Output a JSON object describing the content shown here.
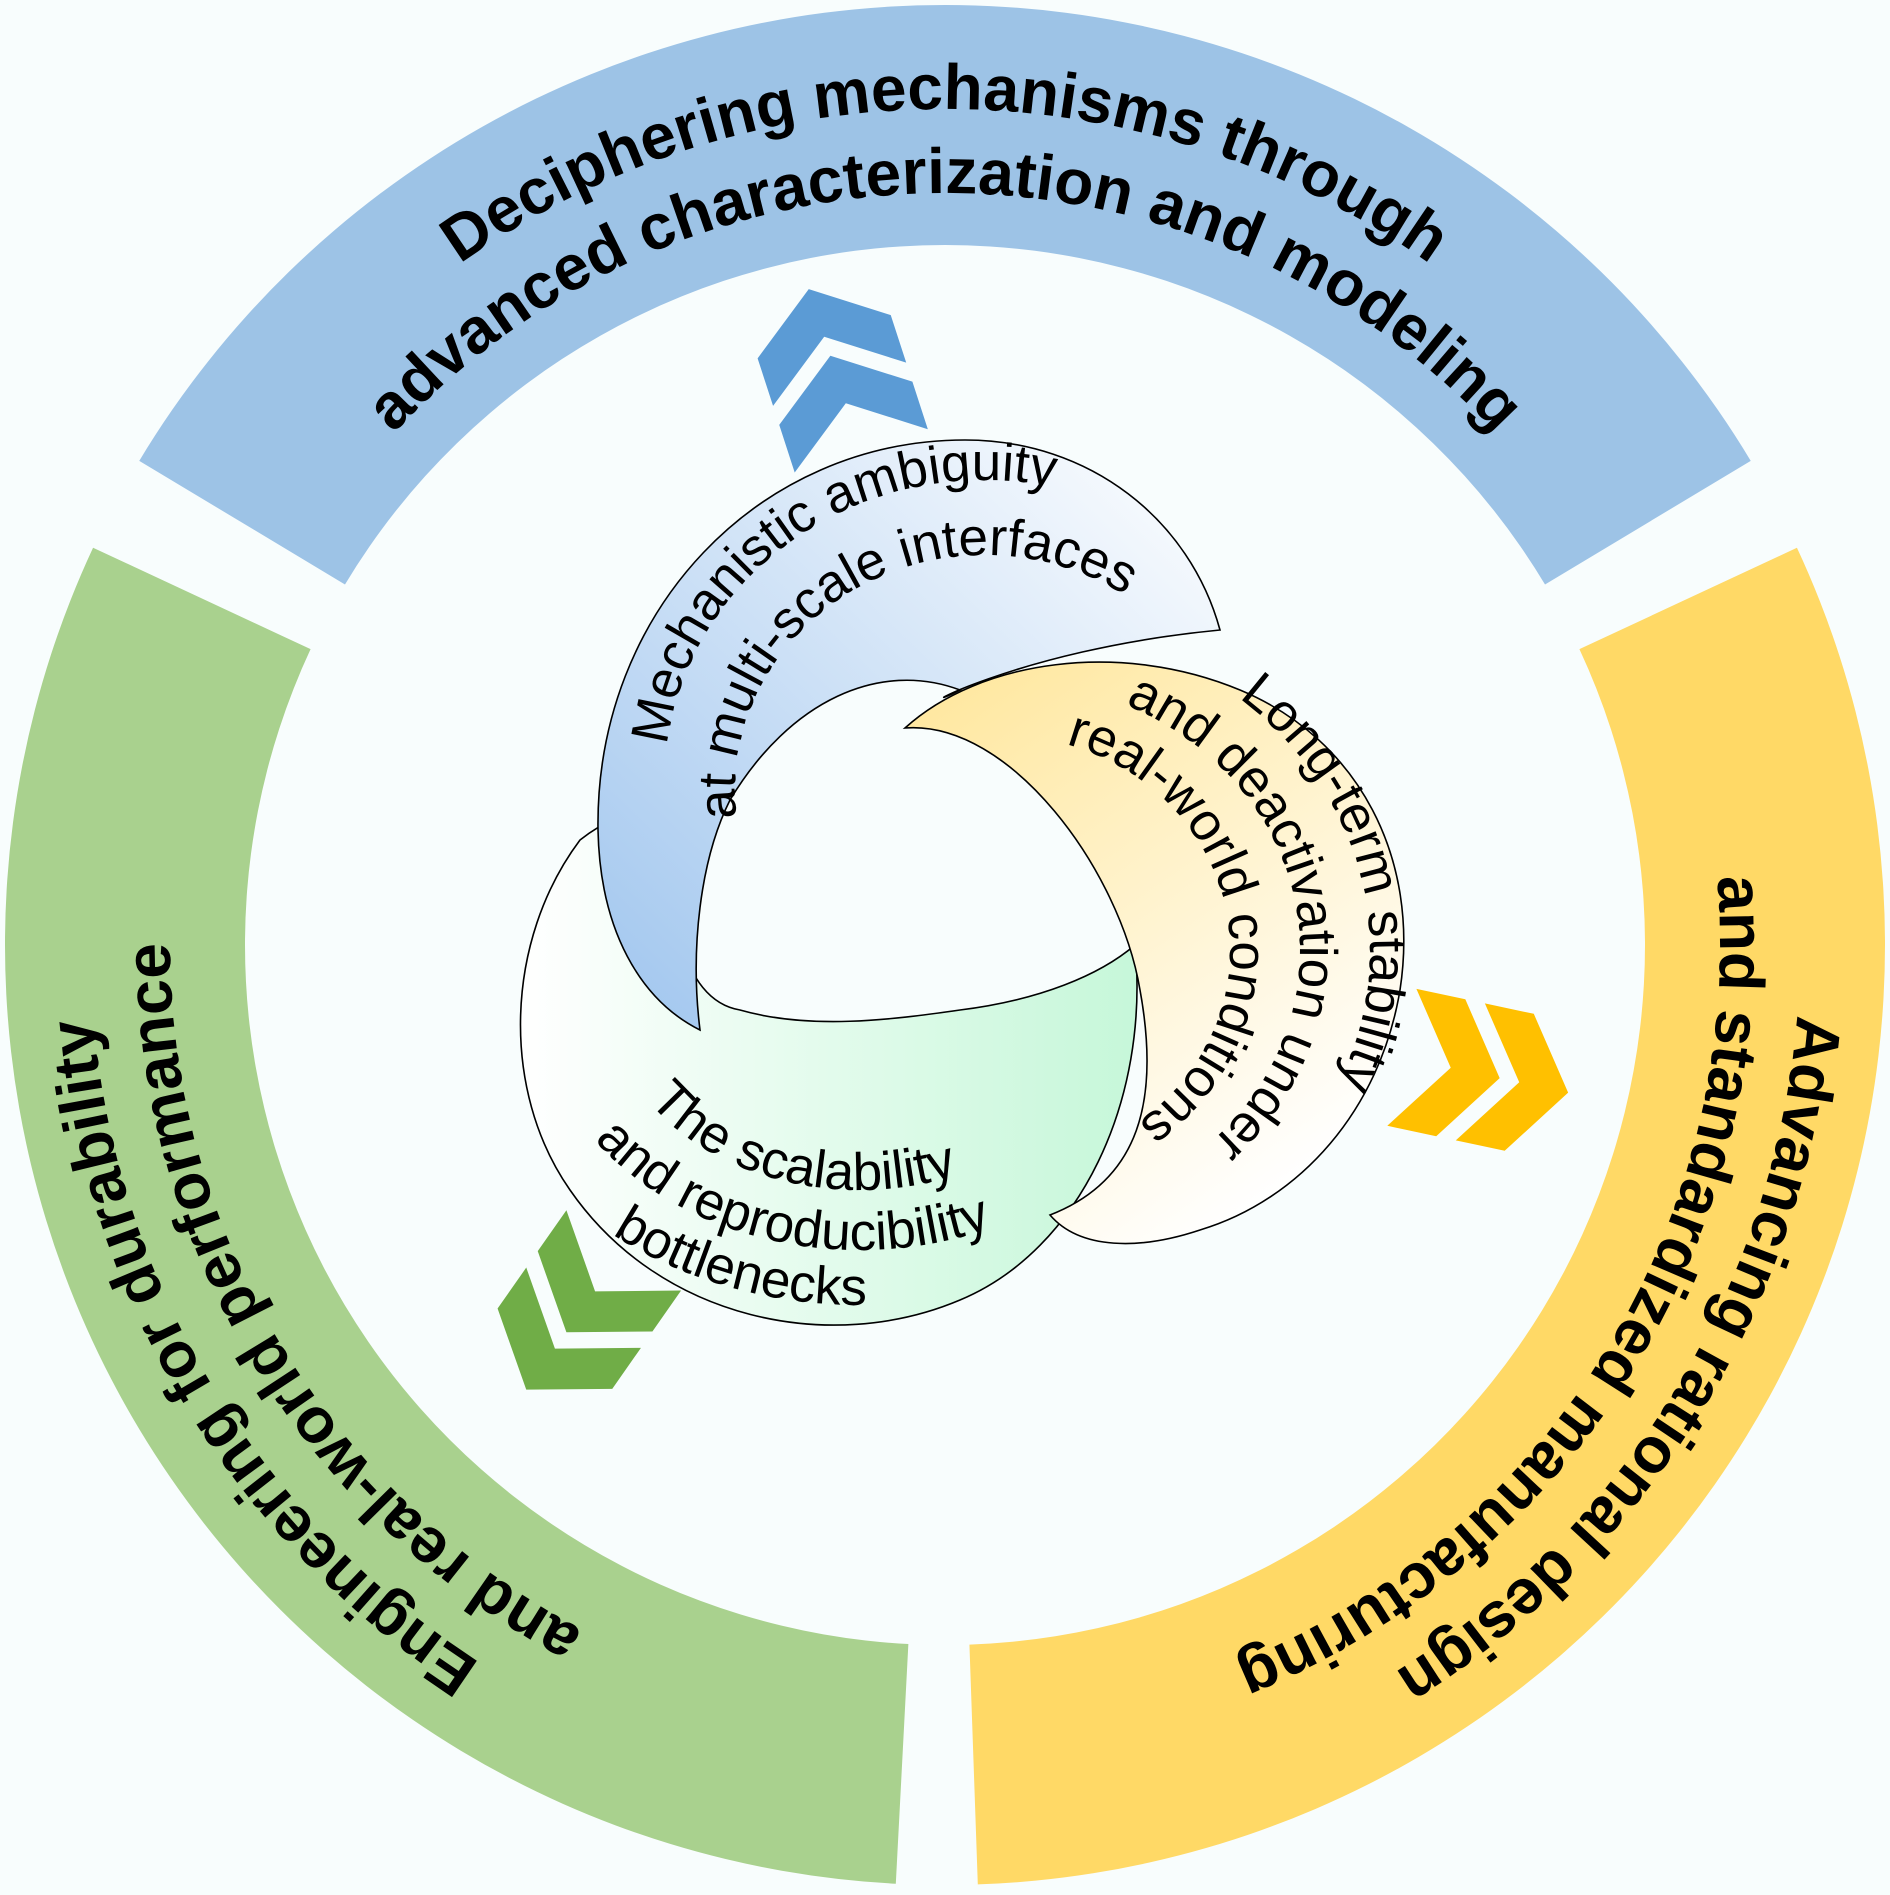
{
  "diagram": {
    "background": "#f8fdfd",
    "outer_ring": [
      {
        "id": "blue",
        "color": "#9dc3e6",
        "lines": [
          "Deciphering mechanisms through",
          "advanced characterization and modeling"
        ]
      },
      {
        "id": "yellow",
        "color": "#ffd966",
        "lines": [
          "Advancing rational design",
          "and standardized manufacturing"
        ]
      },
      {
        "id": "green",
        "color": "#a9d18e",
        "lines": [
          "Engineering for durability",
          "and real-world performance"
        ]
      }
    ],
    "inner_ribbons": [
      {
        "id": "blue",
        "gradient": [
          "#9fc5ee",
          "#ffffff"
        ],
        "lines": [
          "Mechanistic ambiguity",
          "at multi-scale interfaces"
        ]
      },
      {
        "id": "yellow",
        "gradient": [
          "#ffe699",
          "#ffffff"
        ],
        "lines": [
          "Long-term stability",
          "and  deactivation under",
          "real-world conditions"
        ]
      },
      {
        "id": "green",
        "gradient": [
          "#c6f7d9",
          "#ffffff"
        ],
        "lines": [
          "The scalability",
          "and reproducibility",
          "bottlenecks"
        ]
      }
    ],
    "chevrons": [
      {
        "id": "blue",
        "icon": "double-chevron-up-icon",
        "color": "#5b9bd5"
      },
      {
        "id": "yellow",
        "icon": "double-chevron-right-icon",
        "color": "#ffc000"
      },
      {
        "id": "green",
        "icon": "double-chevron-down-left-icon",
        "color": "#70ad47"
      }
    ]
  }
}
